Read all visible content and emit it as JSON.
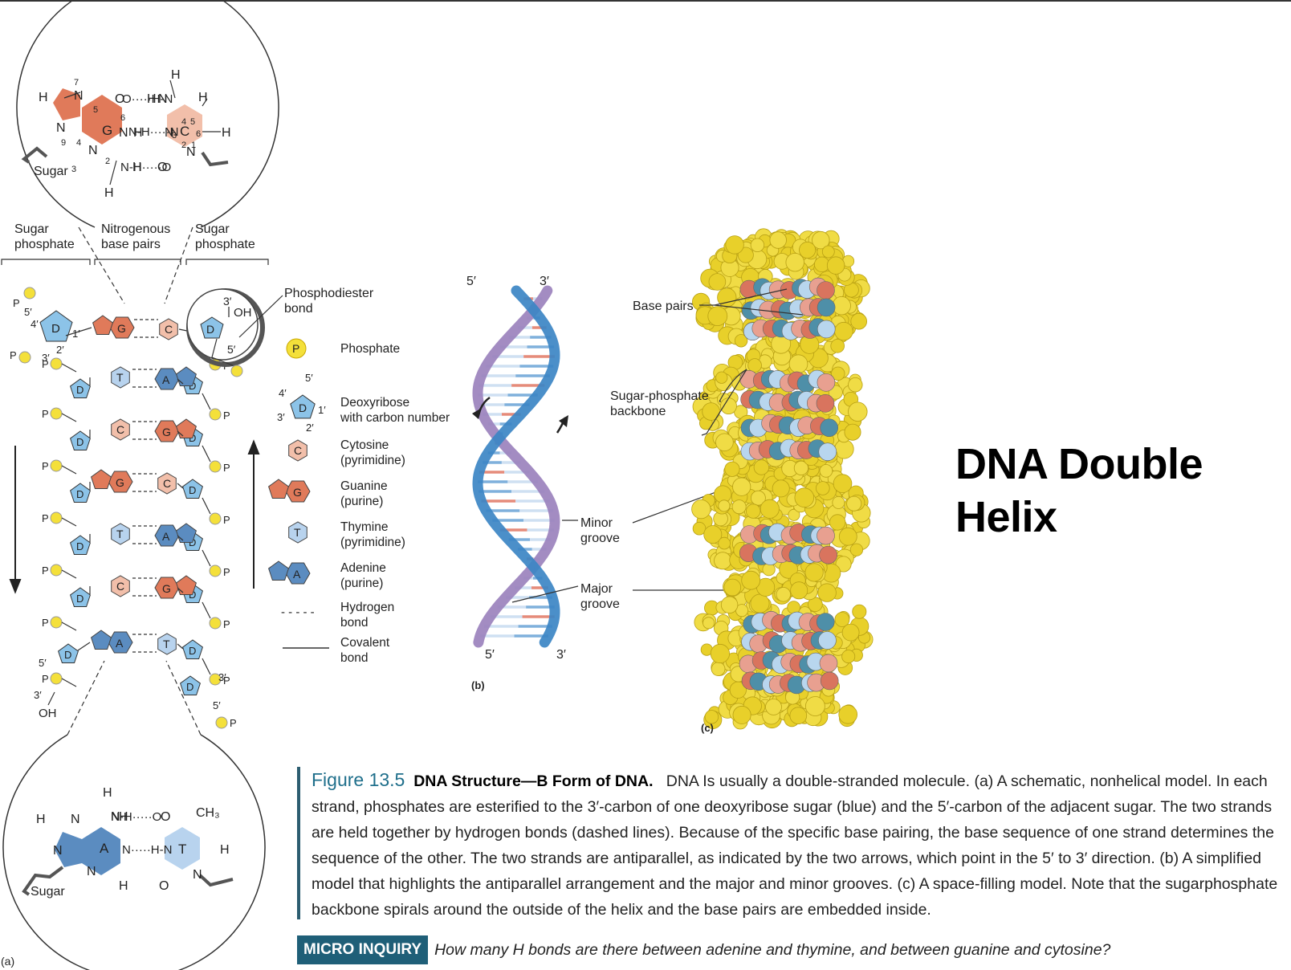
{
  "title": "DNA Double Helix",
  "panel_a": {
    "panel_label": "(a)",
    "top_inset": {
      "sugar_label": "Sugar",
      "base1": "G",
      "base2": "C",
      "atoms": [
        "H",
        "N",
        "N",
        "N",
        "N",
        "O",
        "H",
        "N",
        "N",
        "O",
        "H",
        "H",
        "H",
        "N",
        "H",
        "H",
        "H"
      ],
      "numbers": [
        "7",
        "5",
        "6",
        "9",
        "4",
        "3",
        "2",
        "4",
        "5",
        "3",
        "6",
        "2",
        "1"
      ],
      "bonds": [
        "O·····H-N",
        "N-H·····N",
        "N-H·····O"
      ]
    },
    "column_labels": {
      "left": "Sugar\nphosphate",
      "middle": "Nitrogenous\nbase pairs",
      "right": "Sugar\nphosphate"
    },
    "labels": {
      "phosphate": "P",
      "deoxyribose": "D",
      "oh": "OH",
      "oh_top": "OH",
      "prime3": "3′",
      "prime5": "5′",
      "prime4": "4′",
      "prime2": "2′",
      "prime1": "1′"
    },
    "base_pairs": [
      {
        "left": "G",
        "right": "C"
      },
      {
        "left": "T",
        "right": "A"
      },
      {
        "left": "C",
        "right": "G"
      },
      {
        "left": "G",
        "right": "C"
      },
      {
        "left": "T",
        "right": "A"
      },
      {
        "left": "C",
        "right": "G"
      },
      {
        "left": "A",
        "right": "T"
      }
    ],
    "phosphodiester_label": "Phosphodiester\nbond",
    "bottom_inset": {
      "sugar_label": "Sugar",
      "base1": "A",
      "base2": "T",
      "ch3": "CH₃",
      "atoms": [
        "H",
        "H",
        "N",
        "N",
        "N",
        "N",
        "O",
        "O",
        "H",
        "H",
        "N",
        "H"
      ],
      "bonds": [
        "N-H·····O",
        "N·····H-N"
      ]
    }
  },
  "legend": [
    {
      "symbol": "P",
      "label": "Phosphate"
    },
    {
      "symbol": "D",
      "label": "Deoxyribose\nwith carbon number"
    },
    {
      "symbol": "C",
      "label": "Cytosine\n(pyrimidine)"
    },
    {
      "symbol": "G",
      "label": "Guanine\n(purine)"
    },
    {
      "symbol": "T",
      "label": "Thymine\n(pyrimidine)"
    },
    {
      "symbol": "A",
      "label": "Adenine\n(purine)"
    },
    {
      "symbol": "- - - - -",
      "label": "Hydrogen\nbond"
    },
    {
      "symbol": "———",
      "label": "Covalent\nbond"
    }
  ],
  "panel_b": {
    "panel_label": "(b)",
    "top_left": "5′",
    "top_right": "3′",
    "bottom_left": "5′",
    "bottom_right": "3′",
    "minor_groove": "Minor\ngroove",
    "major_groove": "Major\ngroove"
  },
  "panel_c": {
    "panel_label": "(c)",
    "base_pairs": "Base pairs",
    "backbone": "Sugar-phosphate\nbackbone"
  },
  "caption": {
    "figure_number": "Figure 13.5",
    "figure_title": "DNA Structure—B Form of DNA.",
    "text": "DNA Is usually a double-stranded molecule. (a) A schematic, nonhelical model. In each strand, phosphates are esterified to the 3′-carbon of one deoxyribose sugar (blue) and the 5′-carbon of the adjacent sugar. The two strands are held together by hydrogen bonds (dashed lines). Because of the specific base pairing, the base sequence of one strand determines the sequence of the other. The two strands are antiparallel, as indicated by the two arrows, which point in the 5′ to 3′ direction. (b) A simplified model that highlights the antiparallel arrangement and the major and minor grooves. (c) A space-filling model. Note that the sugarphosphate backbone spirals around the outside of the helix and the base pairs are embedded inside."
  },
  "micro_inquiry": {
    "label": "MICRO INQUIRY",
    "question": "How many H bonds are there between adenine and thymine, and between guanine and cytosine?"
  },
  "colors": {
    "guanine": "#e07a5a",
    "cytosine": "#f2bfaa",
    "thymine": "#b8d3ee",
    "adenine": "#5b8cc0",
    "deoxyribose": "#8cc3e8",
    "phosphate": "#f4e03a",
    "helix_blue": "#3c86c4",
    "helix_purple": "#9b82bd",
    "space_yellow": "#e8d02a",
    "space_red": "#d9745e",
    "space_teal": "#4e8fa8",
    "space_light": "#b8d6ee",
    "caption_rule": "#2c5d70"
  }
}
